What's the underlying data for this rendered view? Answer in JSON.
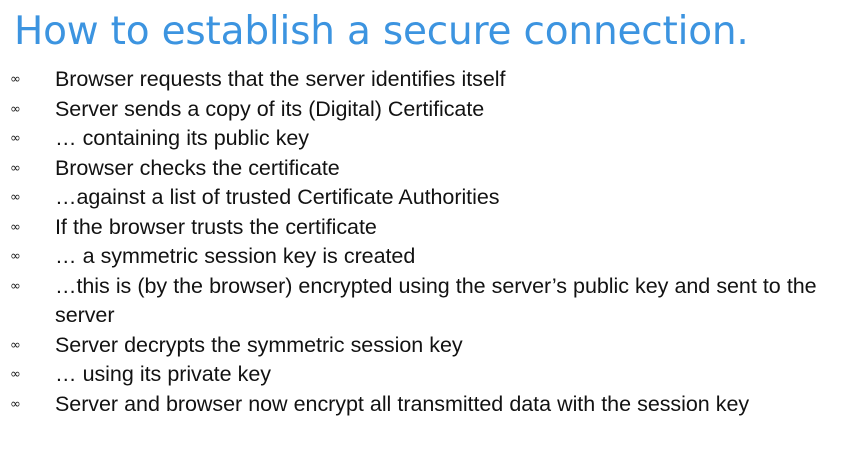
{
  "slide": {
    "title": "How to establish a secure connection.",
    "title_color": "#3c94e0",
    "text_color": "#121212",
    "background_color": "#ffffff",
    "bullet_glyph": "∞",
    "bullet_icon_name": "infinity-bullet-icon",
    "bullets": [
      {
        "text": "Browser requests that the server identifies itself"
      },
      {
        "text": "Server sends a copy of its (Digital) Certificate"
      },
      {
        "text": "… containing its public key"
      },
      {
        "text": "Browser checks the certificate"
      },
      {
        "text": "…against a list of trusted Certificate Authorities"
      },
      {
        "text": "If the browser trusts the certificate"
      },
      {
        "text": "… a symmetric session key is created"
      },
      {
        "text": "…this is (by the browser) encrypted using the server’s public key and sent to the server"
      },
      {
        "text": "Server decrypts the symmetric session key"
      },
      {
        "text": "… using its private key"
      },
      {
        "text": "Server and browser now encrypt all transmitted data with the session key"
      }
    ]
  }
}
